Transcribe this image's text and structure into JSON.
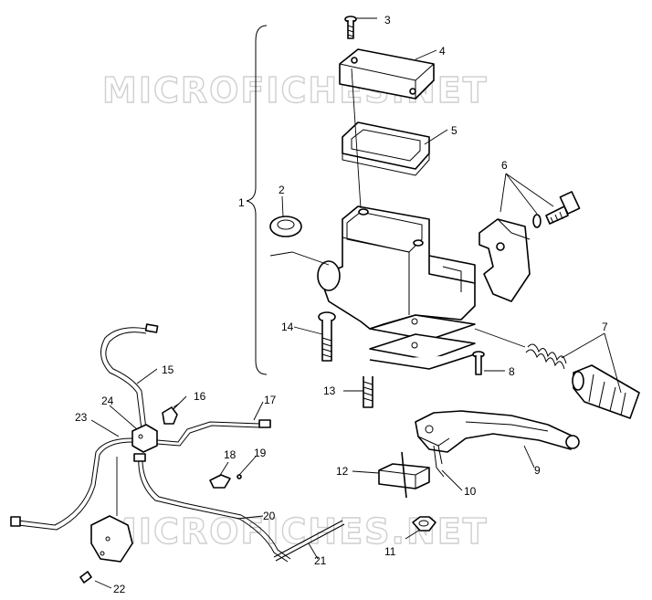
{
  "watermark": {
    "text": "MICROFICHES.NET"
  },
  "callouts": [
    {
      "id": "1",
      "label": "1"
    },
    {
      "id": "2",
      "label": "2"
    },
    {
      "id": "3",
      "label": "3"
    },
    {
      "id": "4",
      "label": "4"
    },
    {
      "id": "5",
      "label": "5"
    },
    {
      "id": "6",
      "label": "6"
    },
    {
      "id": "7",
      "label": "7"
    },
    {
      "id": "8",
      "label": "8"
    },
    {
      "id": "9",
      "label": "9"
    },
    {
      "id": "10",
      "label": "10"
    },
    {
      "id": "11",
      "label": "11"
    },
    {
      "id": "12",
      "label": "12"
    },
    {
      "id": "13",
      "label": "13"
    },
    {
      "id": "14",
      "label": "14"
    },
    {
      "id": "15",
      "label": "15"
    },
    {
      "id": "16",
      "label": "16"
    },
    {
      "id": "17",
      "label": "17"
    },
    {
      "id": "18",
      "label": "18"
    },
    {
      "id": "19",
      "label": "19"
    },
    {
      "id": "20",
      "label": "20"
    },
    {
      "id": "21",
      "label": "21"
    },
    {
      "id": "22",
      "label": "22"
    },
    {
      "id": "23",
      "label": "23"
    },
    {
      "id": "24",
      "label": "24"
    }
  ]
}
